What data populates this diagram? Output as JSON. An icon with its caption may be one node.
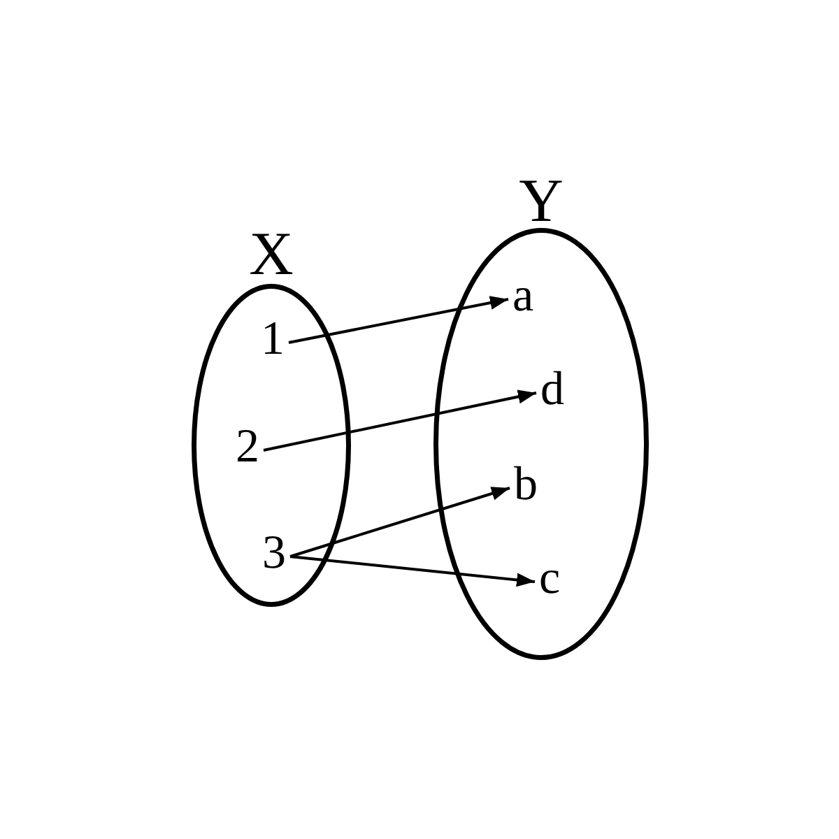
{
  "diagram": {
    "nodes": [
      {
        "text": [
          "X"
        ]
      },
      {
        "text": [
          "1"
        ],
        "in": 0
      },
      {
        "text": [
          "2"
        ],
        "in": 0
      },
      {
        "text": [
          "3"
        ],
        "in": 0
      },
      {
        "text": [
          "Y"
        ]
      },
      {
        "text": [
          "a"
        ],
        "in": 4
      },
      {
        "text": [
          "d"
        ],
        "in": 4
      },
      {
        "text": [
          "b"
        ],
        "in": 4
      },
      {
        "text": [
          "c"
        ],
        "in": 4
      }
    ],
    "edges": [
      {
        "from": 1,
        "to": 5,
        "arrow": "to"
      },
      {
        "from": 2,
        "to": 6,
        "arrow": "to"
      },
      {
        "from": 3,
        "to": 7,
        "arrow": "to"
      },
      {
        "from": 3,
        "to": 8,
        "arrow": "to"
      }
    ]
  }
}
